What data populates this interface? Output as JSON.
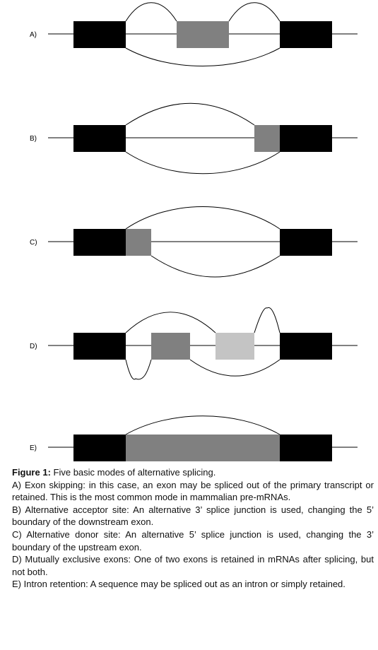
{
  "figure": {
    "label": "Figure 1:",
    "title": "Five basic modes of alternative splicing."
  },
  "panels": [
    {
      "id": "A",
      "label": "A)",
      "description": "Exon skipping: in this case, an exon may be spliced out of the primary transcript or retained. This is the most common mode in mammalian pre-mRNAs."
    },
    {
      "id": "B",
      "label": "B)",
      "description": "Alternative acceptor site: An alternative 3’ splice junction is used, changing the 5’ boundary of the downstream exon."
    },
    {
      "id": "C",
      "label": "C)",
      "description": "Alternative donor site: An alternative 5’ splice junction is used, changing the 3’ boundary of the upstream exon."
    },
    {
      "id": "D",
      "label": "D)",
      "description": "Mutually exclusive exons: One of two exons is retained in mRNAs after splicing, but not both."
    },
    {
      "id": "E",
      "label": "E)",
      "description": "Intron retention: A sequence may be spliced out as an intron or simply retained."
    }
  ],
  "colors": {
    "constitutive_exon": "#000000",
    "alternative_exon": "#808080",
    "alternative_exon_light": "#c4c4c4",
    "intron_line": "#000000"
  }
}
